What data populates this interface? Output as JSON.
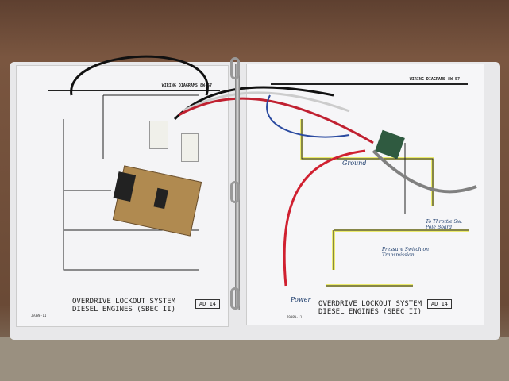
{
  "left_page": {
    "header": "WIRING DIAGRAMS  8W-57",
    "title_line1": "OVERDRIVE LOCKOUT SYSTEM",
    "title_line2": "DIESEL ENGINES (SBEC II)",
    "page_label": "AD  14",
    "code": "J938W-11"
  },
  "right_page": {
    "header": "WIRING DIAGRAMS  8W-57",
    "title_line1": "OVERDRIVE LOCKOUT SYSTEM",
    "title_line2": "DIESEL ENGINES (SBEC II)",
    "page_label": "AD  14",
    "code": "J938W-11",
    "handwritten": {
      "ground": "Ground",
      "pressure_switch": "Pressure Switch on Transmission",
      "throttle": "To Throttle Sw. Pole Board",
      "power": "Power"
    }
  },
  "colors": {
    "highlight": "#e8e84a",
    "wire_red": "#d02030",
    "wire_gray": "#808080"
  }
}
